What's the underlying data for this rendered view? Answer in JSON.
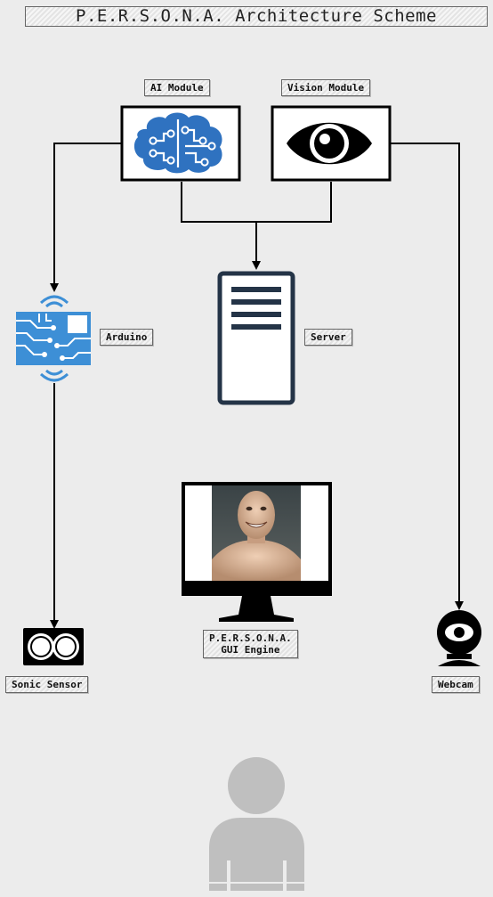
{
  "diagram": {
    "title": "P.E.R.S.O.N.A. Architecture Scheme",
    "nodes": {
      "ai_module": {
        "label": "AI Module",
        "icon": "brain-circuit-icon"
      },
      "vision_module": {
        "label": "Vision Module",
        "icon": "eye-icon"
      },
      "arduino": {
        "label": "Arduino",
        "icon": "microcontroller-icon"
      },
      "server": {
        "label": "Server",
        "icon": "server-tower-icon"
      },
      "gui_engine": {
        "label_line1": "P.E.R.S.O.N.A.",
        "label_line2": "GUI Engine",
        "icon": "monitor-avatar-icon"
      },
      "sonic_sensor": {
        "label": "Sonic Sensor",
        "icon": "ultrasonic-sensor-icon"
      },
      "webcam": {
        "label": "Webcam",
        "icon": "webcam-icon"
      },
      "user": {
        "icon": "user-silhouette-icon"
      }
    },
    "colors": {
      "background": "#ececec",
      "icon_dark": "#000000",
      "arduino_blue": "#3d8fd6",
      "brain_blue": "#2f72c0",
      "server_navy": "#243447",
      "user_gray": "#bfbfbf"
    }
  }
}
